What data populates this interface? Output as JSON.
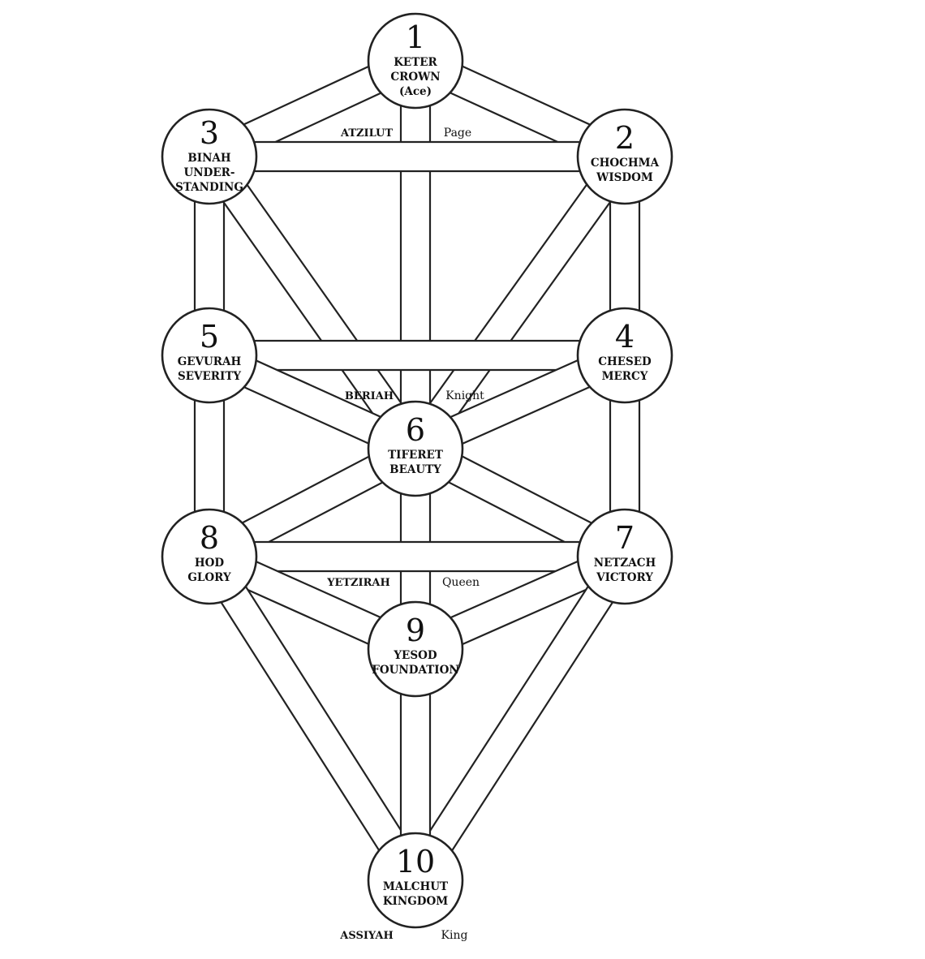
{
  "diagram": {
    "stroke_color": "#222222",
    "background_color": "#ffffff",
    "sefirot": [
      {
        "id": "1",
        "number": "1",
        "lines": [
          "KETER",
          "CROWN",
          "(Ace)"
        ]
      },
      {
        "id": "2",
        "number": "2",
        "lines": [
          "CHOCHMA",
          "WISDOM"
        ]
      },
      {
        "id": "3",
        "number": "3",
        "lines": [
          "BINAH",
          "UNDER-",
          "STANDING"
        ]
      },
      {
        "id": "4",
        "number": "4",
        "lines": [
          "CHESED",
          "MERCY"
        ]
      },
      {
        "id": "5",
        "number": "5",
        "lines": [
          "GEVURAH",
          "SEVERITY"
        ]
      },
      {
        "id": "6",
        "number": "6",
        "lines": [
          "TIFERET",
          "BEAUTY"
        ]
      },
      {
        "id": "7",
        "number": "7",
        "lines": [
          "NETZACH",
          "VICTORY"
        ]
      },
      {
        "id": "8",
        "number": "8",
        "lines": [
          "HOD",
          "GLORY"
        ]
      },
      {
        "id": "9",
        "number": "9",
        "lines": [
          "YESOD",
          "FOUNDATION"
        ]
      },
      {
        "id": "10",
        "number": "10",
        "lines": [
          "MALCHUT",
          "KINGDOM"
        ]
      }
    ],
    "paths": [
      [
        "1",
        "2"
      ],
      [
        "1",
        "3"
      ],
      [
        "1",
        "6"
      ],
      [
        "2",
        "3"
      ],
      [
        "2",
        "4"
      ],
      [
        "2",
        "6"
      ],
      [
        "3",
        "5"
      ],
      [
        "3",
        "6"
      ],
      [
        "4",
        "5"
      ],
      [
        "4",
        "6"
      ],
      [
        "4",
        "7"
      ],
      [
        "5",
        "6"
      ],
      [
        "5",
        "8"
      ],
      [
        "6",
        "7"
      ],
      [
        "6",
        "8"
      ],
      [
        "6",
        "9"
      ],
      [
        "7",
        "8"
      ],
      [
        "7",
        "9"
      ],
      [
        "7",
        "10"
      ],
      [
        "8",
        "9"
      ],
      [
        "8",
        "10"
      ],
      [
        "9",
        "10"
      ]
    ],
    "worlds": [
      {
        "world": "ATZILUT",
        "card": "Page"
      },
      {
        "world": "BERIAH",
        "card": "Knight"
      },
      {
        "world": "YETZIRAH",
        "card": "Queen"
      },
      {
        "world": "ASSIYAH",
        "card": "King"
      }
    ]
  }
}
